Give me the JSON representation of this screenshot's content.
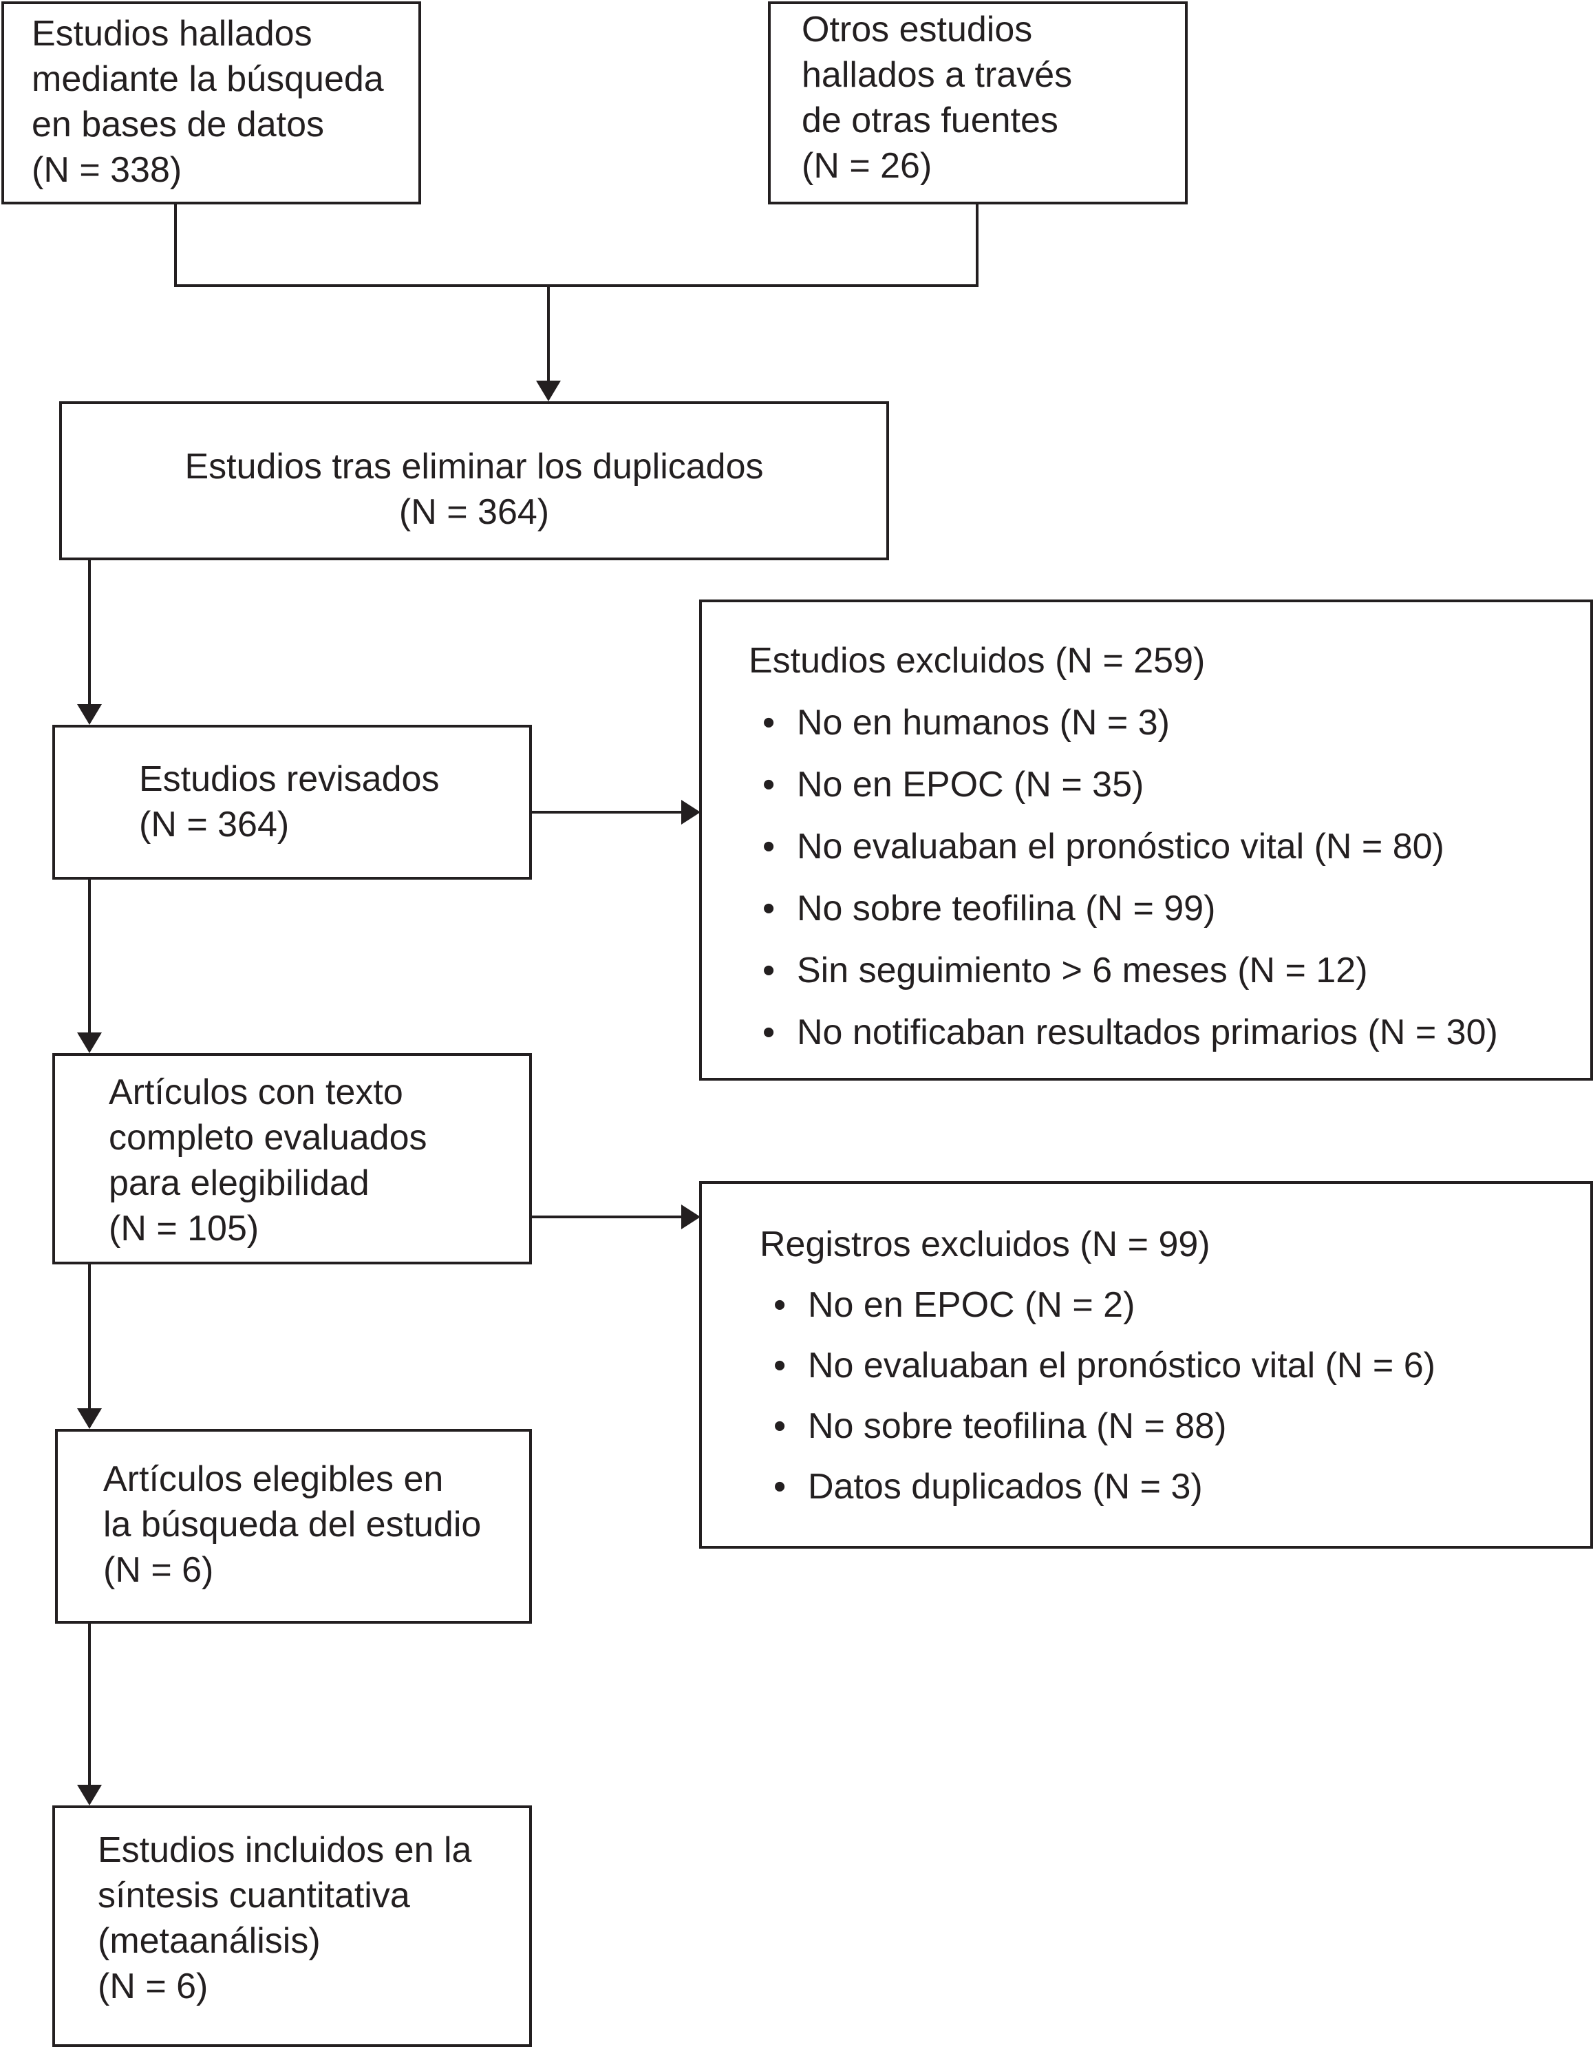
{
  "boxes": {
    "database_search": {
      "lines": [
        "Estudios hallados",
        "mediante la búsqueda",
        "en bases de datos",
        "(N = 338)"
      ]
    },
    "other_sources": {
      "lines": [
        "Otros estudios",
        "hallados a través",
        "de otras fuentes",
        "(N = 26)"
      ]
    },
    "after_duplicates": {
      "lines": [
        "Estudios tras eliminar los duplicados",
        "(N = 364)"
      ]
    },
    "screened": {
      "lines": [
        "Estudios revisados",
        "(N = 364)"
      ]
    },
    "excluded_studies": {
      "title": "Estudios excluidos (N = 259)",
      "bullet": "•",
      "items": [
        "No en humanos (N = 3)",
        "No en EPOC (N = 35)",
        "No evaluaban el pronóstico vital (N = 80)",
        "No sobre teofilina (N = 99)",
        "Sin seguimiento > 6 meses (N = 12)",
        "No notificaban resultados primarios  (N = 30)"
      ]
    },
    "full_text": {
      "lines": [
        "Artículos con texto",
        "completo evaluados",
        "para elegibilidad",
        "(N = 105)"
      ]
    },
    "excluded_records": {
      "title": "Registros excluidos (N = 99)",
      "bullet": "•",
      "items": [
        "No en EPOC (N = 2)",
        "No evaluaban el pronóstico vital (N = 6)",
        "No sobre teofilina (N = 88)",
        "Datos duplicados (N = 3)"
      ]
    },
    "eligible": {
      "lines": [
        "Artículos elegibles en",
        "la búsqueda del estudio",
        "(N = 6)"
      ]
    },
    "included": {
      "lines": [
        "Estudios incluidos en la",
        "síntesis cuantitativa",
        "(metaanálisis)",
        "(N = 6)"
      ]
    }
  },
  "colors": {
    "stroke": "#231f20",
    "background": "#ffffff"
  }
}
